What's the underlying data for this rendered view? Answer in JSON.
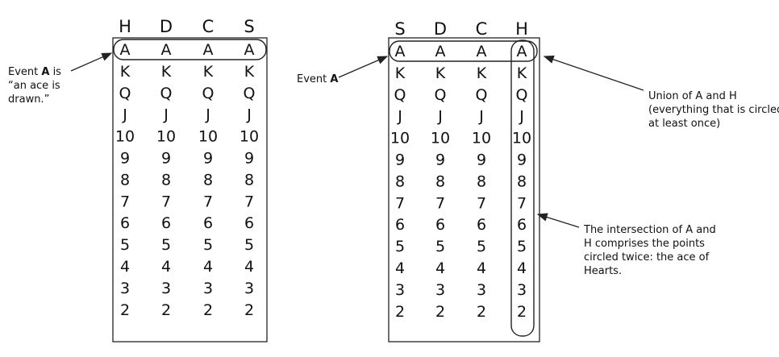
{
  "suits_left": [
    "H",
    "D",
    "C",
    "S"
  ],
  "suits_right": [
    "S",
    "D",
    "C",
    "H"
  ],
  "ranks": [
    "A",
    "K",
    "Q",
    "J",
    "10",
    "9",
    "8",
    "7",
    "6",
    "5",
    "4",
    "3",
    "2"
  ],
  "left_label": {
    "line1_prefix": "Event ",
    "line1_bold": "A",
    "line1_suffix": " is",
    "line2": "“an ace is",
    "line3": "drawn.”"
  },
  "right_event_label": {
    "prefix": "Event ",
    "bold": "A"
  },
  "union_label": {
    "line1": "Union of A and H",
    "line2": "(everything that is circled",
    "line3": "at least once)"
  },
  "intersection_label": {
    "line1": "The intersection of A and",
    "line2": "H comprises the points",
    "line3": "circled twice: the ace of",
    "line4": "Hearts."
  }
}
